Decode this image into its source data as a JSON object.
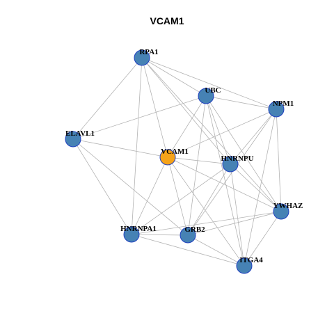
{
  "title": "VCAM1",
  "colors": {
    "edge": "#b3b3b3",
    "node_fill": "#4682b4",
    "node_stroke": "#1f3fbf",
    "focus_fill": "#f5a31a",
    "focus_stroke": "#1f3fbf"
  },
  "nodes": [
    {
      "id": "RPA1",
      "label": "RPA1",
      "focus": false
    },
    {
      "id": "UBC",
      "label": "UBC",
      "focus": false
    },
    {
      "id": "NPM1",
      "label": "NPM1",
      "focus": false
    },
    {
      "id": "ELAVL1",
      "label": "ELAVL1",
      "focus": false
    },
    {
      "id": "VCAM1",
      "label": "VCAM1",
      "focus": true
    },
    {
      "id": "HNRNPU",
      "label": "HNRNPU",
      "focus": false
    },
    {
      "id": "YWHAZ",
      "label": "YWHAZ",
      "focus": false
    },
    {
      "id": "HNRNPA1",
      "label": "HNRNPA1",
      "focus": false
    },
    {
      "id": "GRB2",
      "label": "GRB2",
      "focus": false
    },
    {
      "id": "ITGA4",
      "label": "ITGA4",
      "focus": false
    }
  ],
  "edges": [
    [
      "RPA1",
      "UBC"
    ],
    [
      "RPA1",
      "NPM1"
    ],
    [
      "RPA1",
      "ELAVL1"
    ],
    [
      "RPA1",
      "VCAM1"
    ],
    [
      "RPA1",
      "HNRNPU"
    ],
    [
      "RPA1",
      "HNRNPA1"
    ],
    [
      "RPA1",
      "YWHAZ"
    ],
    [
      "UBC",
      "NPM1"
    ],
    [
      "UBC",
      "ELAVL1"
    ],
    [
      "UBC",
      "VCAM1"
    ],
    [
      "UBC",
      "HNRNPU"
    ],
    [
      "UBC",
      "YWHAZ"
    ],
    [
      "UBC",
      "GRB2"
    ],
    [
      "UBC",
      "ITGA4"
    ],
    [
      "NPM1",
      "VCAM1"
    ],
    [
      "NPM1",
      "HNRNPU"
    ],
    [
      "NPM1",
      "YWHAZ"
    ],
    [
      "NPM1",
      "GRB2"
    ],
    [
      "NPM1",
      "ITGA4"
    ],
    [
      "ELAVL1",
      "VCAM1"
    ],
    [
      "ELAVL1",
      "HNRNPA1"
    ],
    [
      "ELAVL1",
      "GRB2"
    ],
    [
      "VCAM1",
      "HNRNPU"
    ],
    [
      "VCAM1",
      "HNRNPA1"
    ],
    [
      "VCAM1",
      "GRB2"
    ],
    [
      "VCAM1",
      "ITGA4"
    ],
    [
      "VCAM1",
      "YWHAZ"
    ],
    [
      "HNRNPU",
      "YWHAZ"
    ],
    [
      "HNRNPU",
      "GRB2"
    ],
    [
      "HNRNPU",
      "HNRNPA1"
    ],
    [
      "HNRNPU",
      "ITGA4"
    ],
    [
      "YWHAZ",
      "HNRNPA1"
    ],
    [
      "YWHAZ",
      "GRB2"
    ],
    [
      "YWHAZ",
      "ITGA4"
    ],
    [
      "HNRNPA1",
      "GRB2"
    ],
    [
      "HNRNPA1",
      "ITGA4"
    ],
    [
      "GRB2",
      "ITGA4"
    ]
  ]
}
